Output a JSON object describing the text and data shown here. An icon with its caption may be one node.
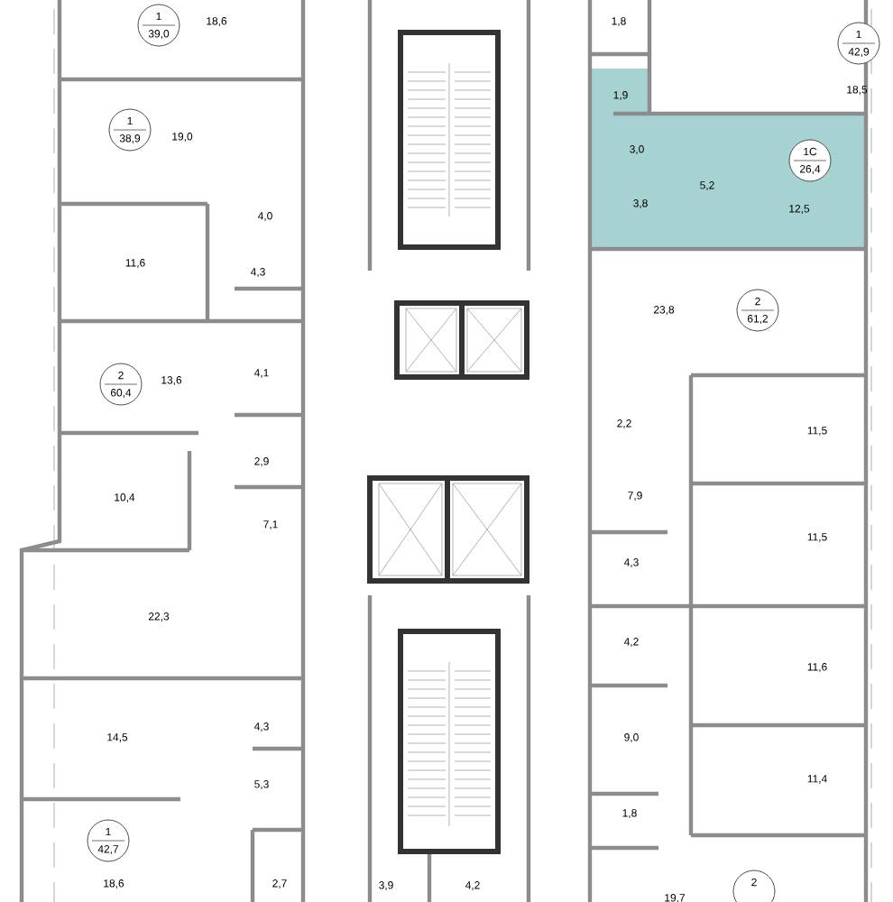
{
  "diagram": {
    "nodes": [
      {
        "text": [
          "1",
          "39,0"
        ]
      },
      {
        "text": [
          "1",
          "38,9"
        ]
      },
      {
        "text": [
          "2",
          "60,4"
        ]
      },
      {
        "text": [
          "1",
          "42,7"
        ]
      },
      {
        "text": [
          "1",
          "42,9"
        ]
      },
      {
        "text": [
          "1С",
          "26,4"
        ]
      },
      {
        "text": [
          "2",
          "61,2"
        ]
      },
      {
        "text": [
          "2"
        ]
      }
    ],
    "labels": [
      "18,6",
      "1,8",
      "18,5",
      "1,9",
      "19,0",
      "3,0",
      "5,2",
      "3,8",
      "12,5",
      "4,0",
      "11,6",
      "4,3",
      "23,8",
      "4,1",
      "13,6",
      "2,2",
      "11,5",
      "2,9",
      "10,4",
      "7,9",
      "7,1",
      "11,5",
      "4,3",
      "22,3",
      "4,2",
      "11,6",
      "4,3",
      "14,5",
      "9,0",
      "5,3",
      "11,4",
      "1,8",
      "18,6",
      "2,7",
      "3,9",
      "4,2",
      "19,7"
    ]
  }
}
